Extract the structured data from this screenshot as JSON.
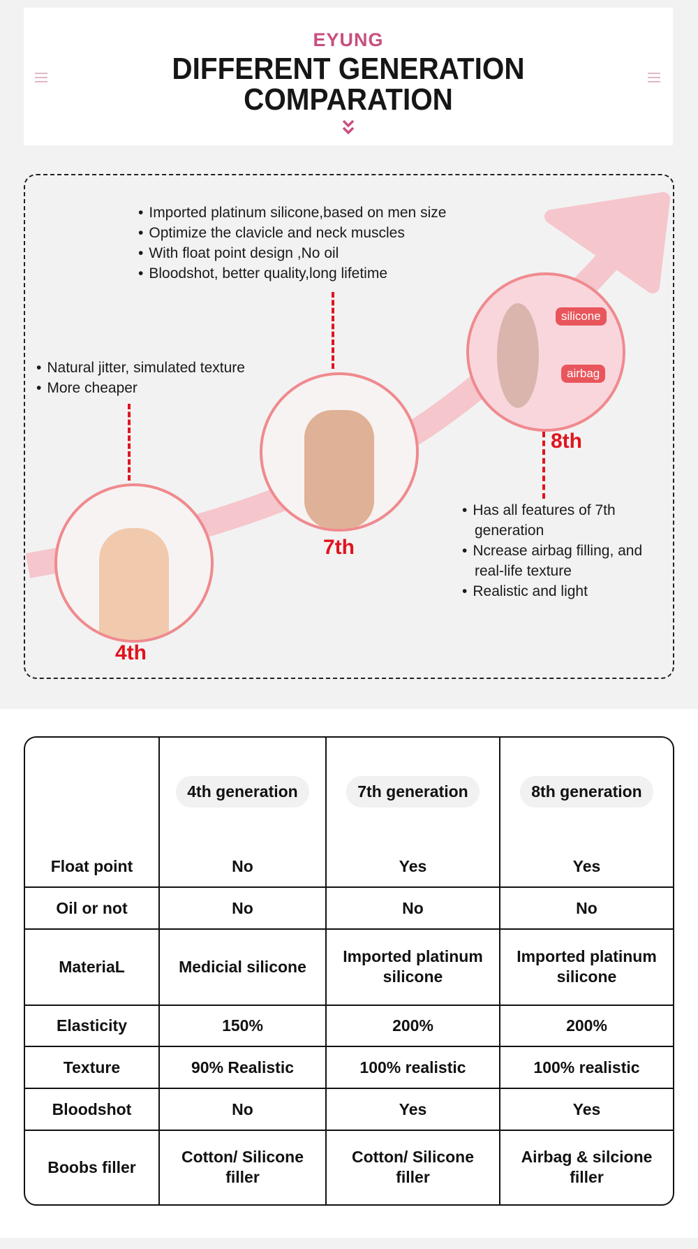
{
  "header": {
    "brand": "EYUNG",
    "title_line1": "DIFFERENT GENERATION",
    "title_line2": "COMPARATION"
  },
  "icons": {
    "menu_left": "menu-icon",
    "menu_right": "menu-icon",
    "chevron": "double-chevron-down-icon"
  },
  "colors": {
    "brand": "#c84f7f",
    "accent_red": "#e0141e",
    "arrow": "#f5c6cc"
  },
  "comparison": {
    "gen4": {
      "label": "4th",
      "bullets": [
        "Natural jitter, simulated texture",
        "More cheaper"
      ]
    },
    "gen7": {
      "label": "7th",
      "bullets": [
        "Imported platinum silicone,based on men size",
        "Optimize the clavicle and neck muscles",
        "With float point design ,No oil",
        "Bloodshot, better quality,long lifetime"
      ]
    },
    "gen8": {
      "label": "8th",
      "tags": [
        "silicone",
        "airbag"
      ],
      "bullets": [
        "Has all features of 7th generation",
        "Ncrease airbag filling, and real-life texture",
        "Realistic and light"
      ]
    }
  },
  "table": {
    "headers": [
      "4th generation",
      "7th generation",
      "8th generation"
    ],
    "rows": [
      {
        "label": "Float point",
        "values": [
          "No",
          "Yes",
          "Yes"
        ]
      },
      {
        "label": "Oil or not",
        "values": [
          "No",
          "No",
          "No"
        ]
      },
      {
        "label": "MateriaL",
        "values": [
          "Medicial silicone",
          "Imported platinum silicone",
          "Imported platinum silicone"
        ]
      },
      {
        "label": "Elasticity",
        "values": [
          "150%",
          "200%",
          "200%"
        ]
      },
      {
        "label": "Texture",
        "values": [
          "90% Realistic",
          "100% realistic",
          "100% realistic"
        ]
      },
      {
        "label": "Bloodshot",
        "values": [
          "No",
          "Yes",
          "Yes"
        ]
      },
      {
        "label": "Boobs filler",
        "values": [
          "Cotton/ Silicone filler",
          "Cotton/ Silicone filler",
          "Airbag & silcione filler"
        ]
      }
    ]
  }
}
